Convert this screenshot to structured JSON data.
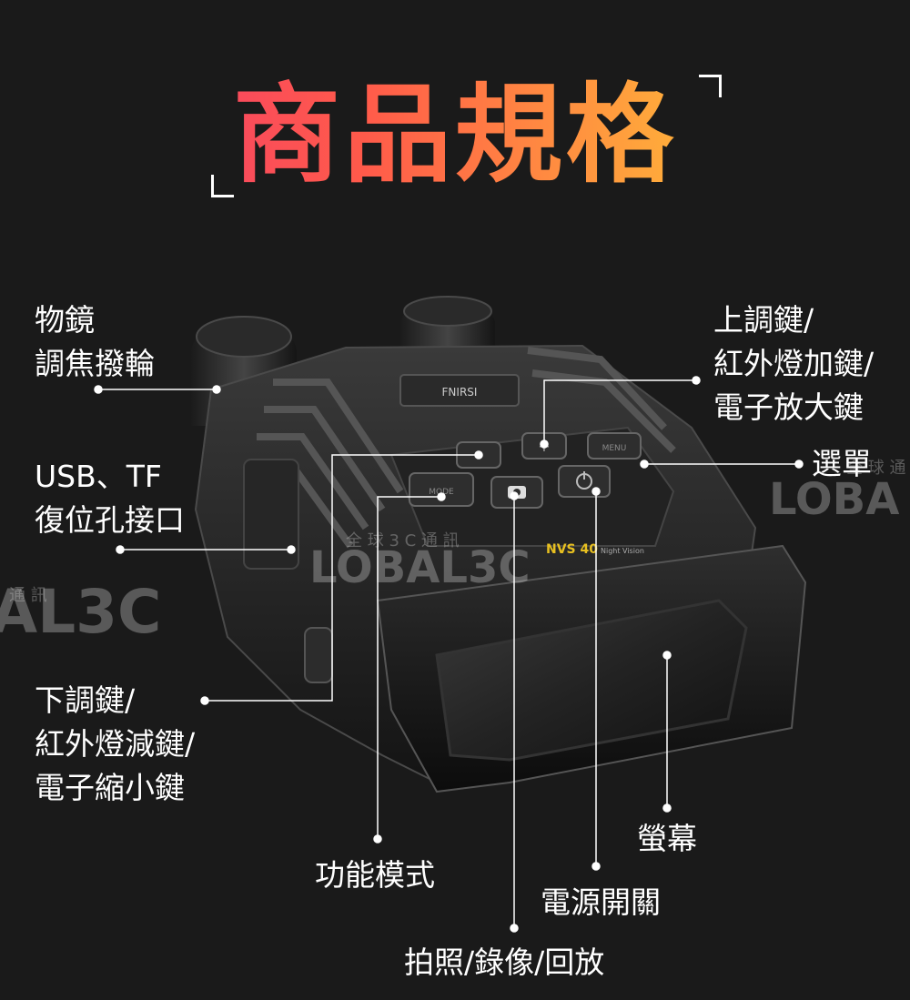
{
  "title": "商品規格",
  "watermark": {
    "brand": "LOBAL3C",
    "brand_left": "AL3C",
    "chinese": "全 球 3 C 通 訊",
    "chinese_left": "通 訊",
    "brand_right": "LOBA",
    "chinese_right": "全 球 通"
  },
  "device": {
    "logo": "FNIRSI",
    "model": "NVS 40",
    "subtitle": "Night Vision",
    "menu_key": "MENU",
    "mode_key": "MODE"
  },
  "labels": {
    "objective_focus": [
      "物鏡",
      "調焦撥輪"
    ],
    "usb_tf": [
      "USB、TF",
      "復位孔接口"
    ],
    "down_key": [
      "下調鍵/",
      "紅外燈減鍵/",
      "電子縮小鍵"
    ],
    "up_key": [
      "上調鍵/",
      "紅外燈加鍵/",
      "電子放大鍵"
    ],
    "menu": "選單",
    "screen": "螢幕",
    "function_mode": "功能模式",
    "power_switch": "電源開關",
    "photo_video_playback": "拍照/錄像/回放"
  },
  "colors": {
    "background": "#1a1a1a",
    "accent_model": "#e8c020",
    "line": "#ffffff"
  }
}
